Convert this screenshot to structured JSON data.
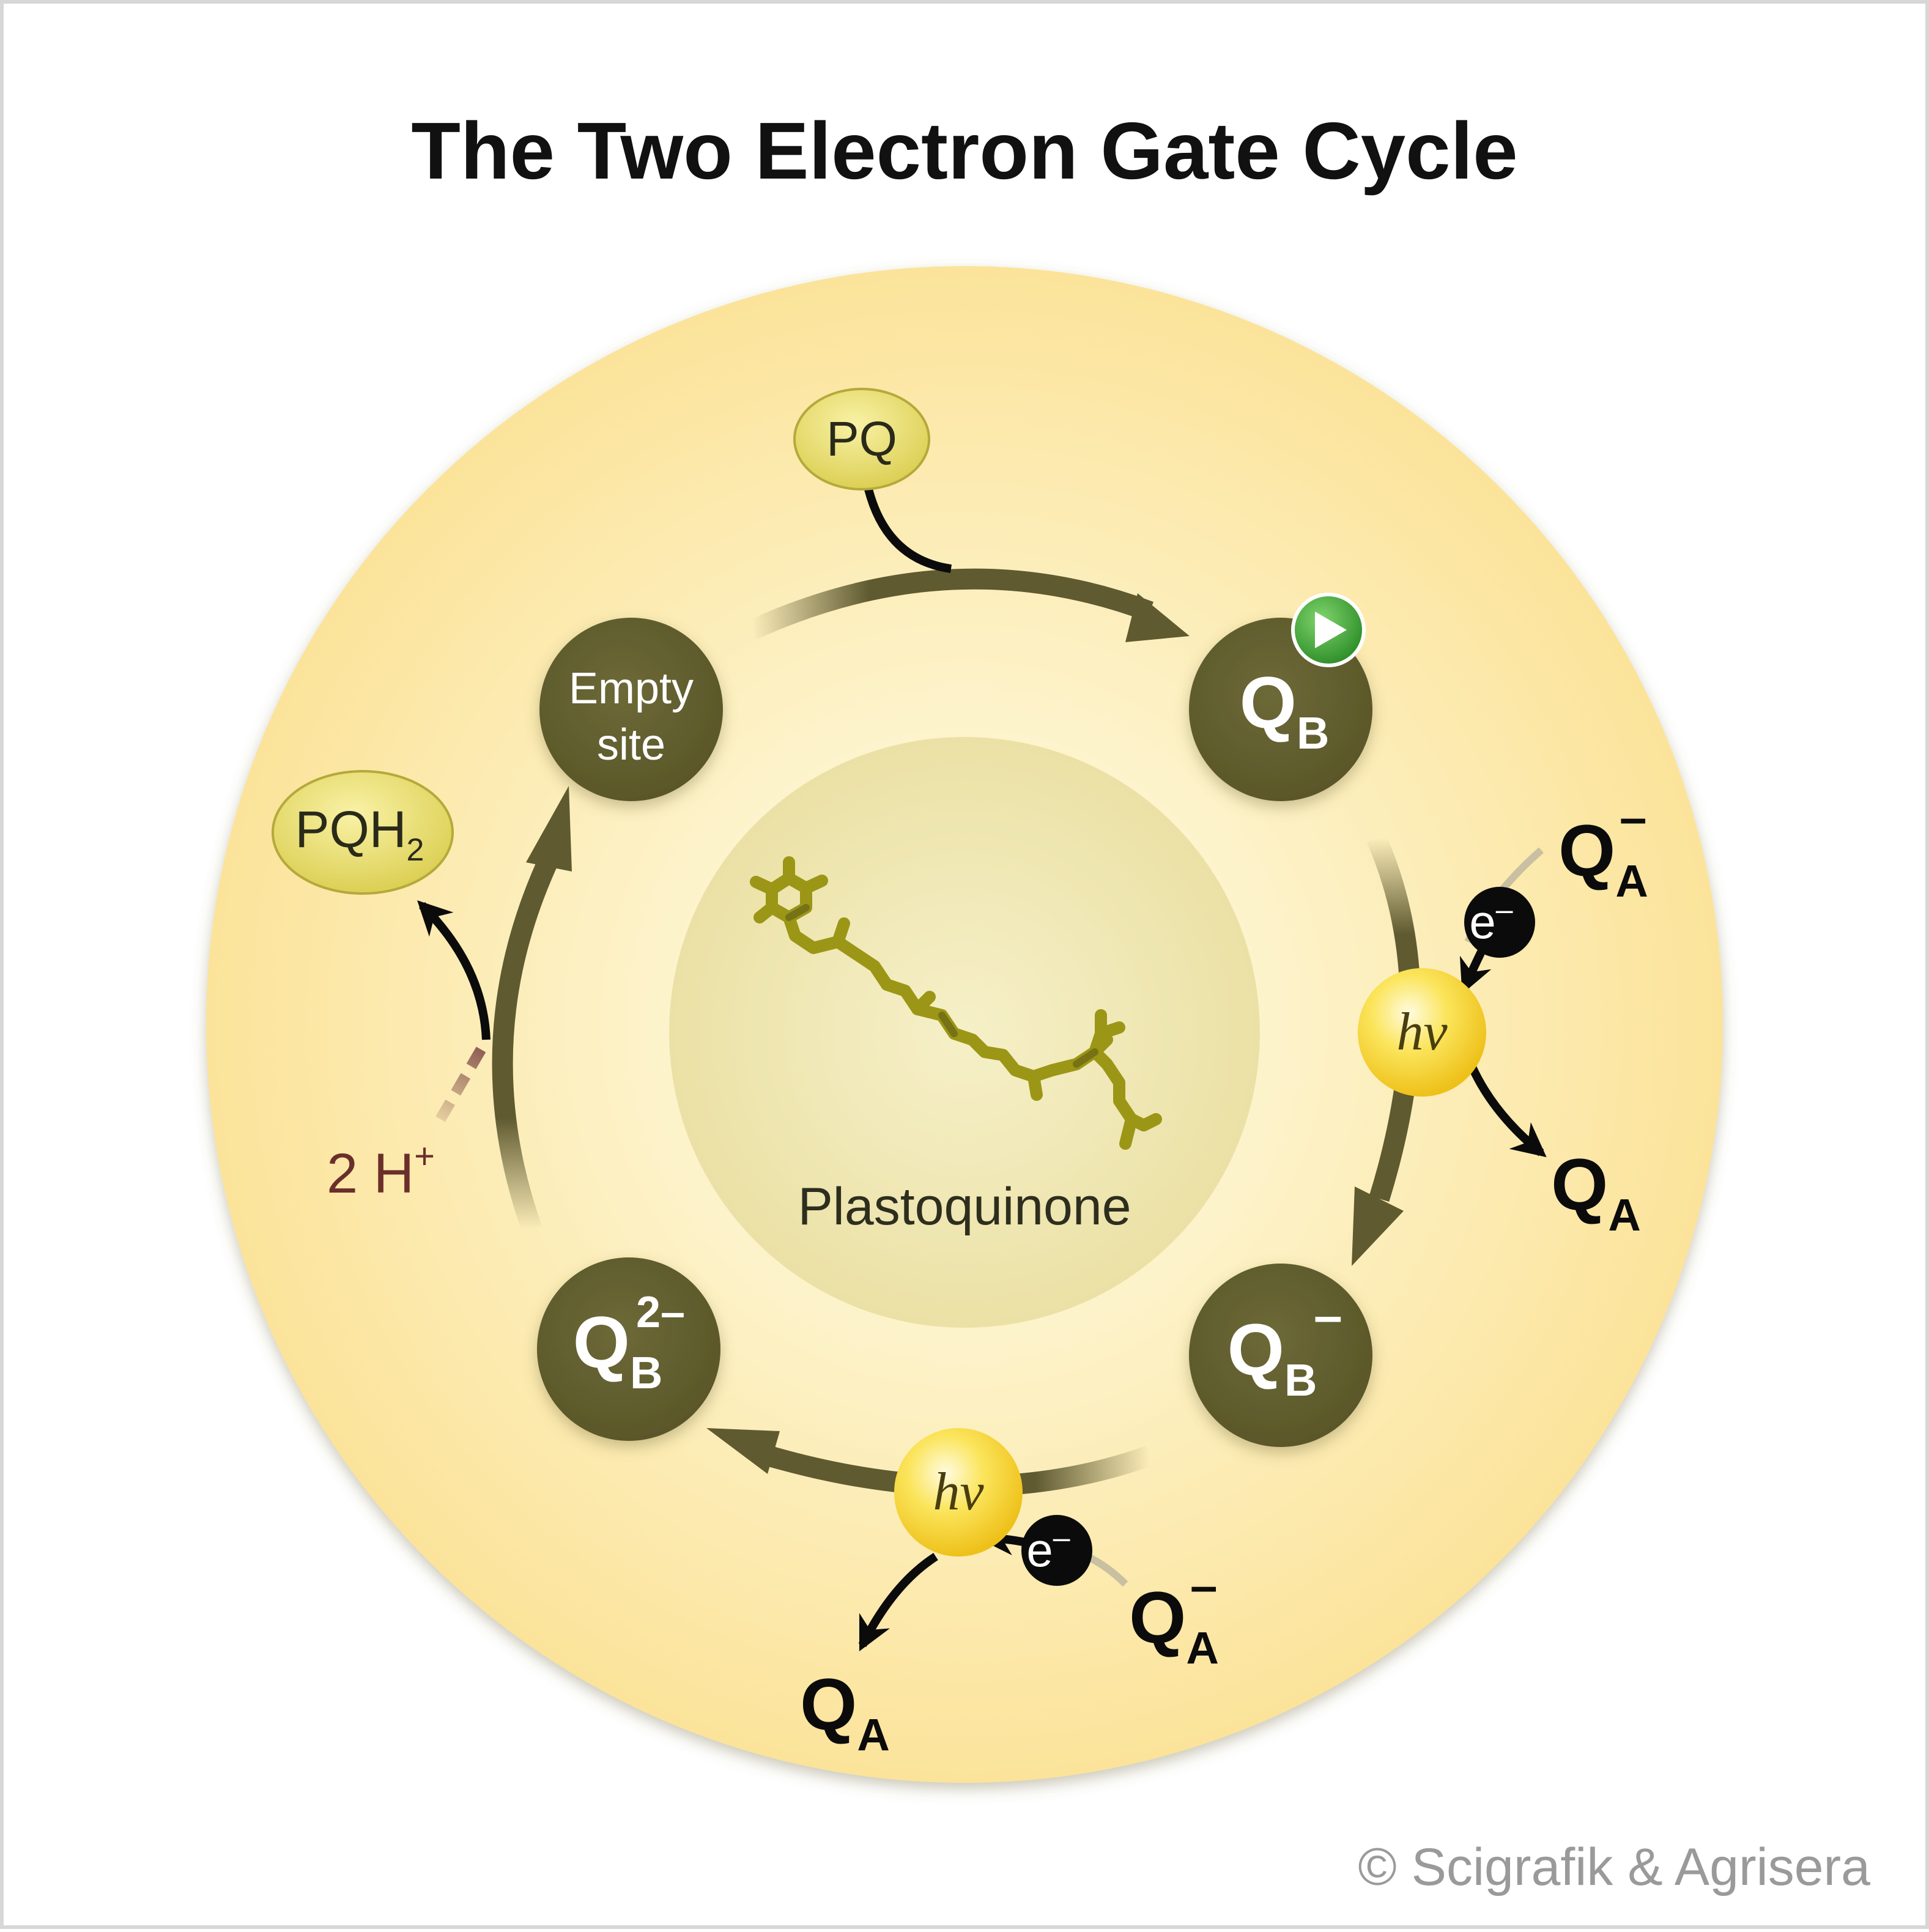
{
  "title": "The Two Electron Gate Cycle",
  "center_label": "Plastoquinone",
  "states": {
    "empty": {
      "line1": "Empty",
      "line2": "site"
    },
    "qb": {
      "main": "Q",
      "sub": "B",
      "sup": ""
    },
    "qb_minus": {
      "main": "Q",
      "sub": "B",
      "sup": "–"
    },
    "qb_2minus": {
      "main": "Q",
      "sub": "B",
      "sup": "2–"
    }
  },
  "molecules": {
    "pq": "PQ",
    "pqh2": {
      "main": "PQH",
      "sub": "2"
    }
  },
  "light": {
    "h": "h",
    "nu": "ν"
  },
  "electron": {
    "main": "e",
    "sup": "–"
  },
  "qa_reduced": {
    "main": "Q",
    "sub": "A",
    "sup": "–"
  },
  "qa": {
    "main": "Q",
    "sub": "A"
  },
  "protons": {
    "main": "2 H",
    "sup": "+"
  },
  "credit": "© Scigrafik & Agrisera",
  "colors": {
    "state_fill": "#646131",
    "arrow": "#5f5a30",
    "outer_disc": "#fbe9a6",
    "center_disc": "#f1e9b6",
    "molecule": "#a19a1c",
    "play_button": "#3fa535",
    "light_bulb": "#f6d72d",
    "proton_dash": "#8b5a50"
  },
  "icons": {
    "play": "play-icon",
    "light": "light-bulb-icon",
    "electron": "electron-icon"
  }
}
